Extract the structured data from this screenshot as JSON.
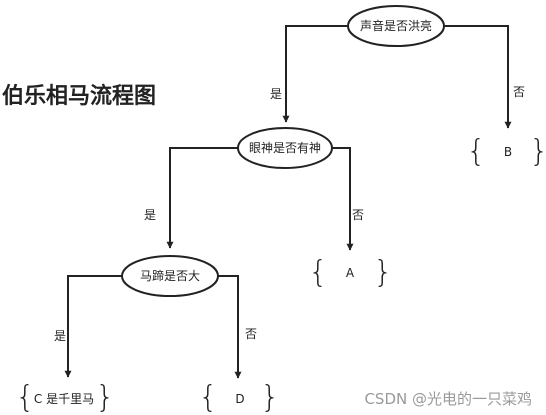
{
  "title": "伯乐相马流程图",
  "watermark": "CSDN @光电的一只菜鸡",
  "colors": {
    "line": "#222222",
    "node_fill": "#ffffff",
    "text": "#222222",
    "watermark": "#9a9a9a"
  },
  "nodes": {
    "loud_voice": "声音是否洪亮",
    "bright_eyes": "眼神是否有神",
    "big_hoof": "马蹄是否大"
  },
  "edge_labels": {
    "yes": "是",
    "no": "否"
  },
  "leaves": {
    "a": "A",
    "b": "B",
    "c": "C 是千里马",
    "d": "D"
  },
  "brace_glyphs": {
    "open": "{",
    "close": "}"
  }
}
